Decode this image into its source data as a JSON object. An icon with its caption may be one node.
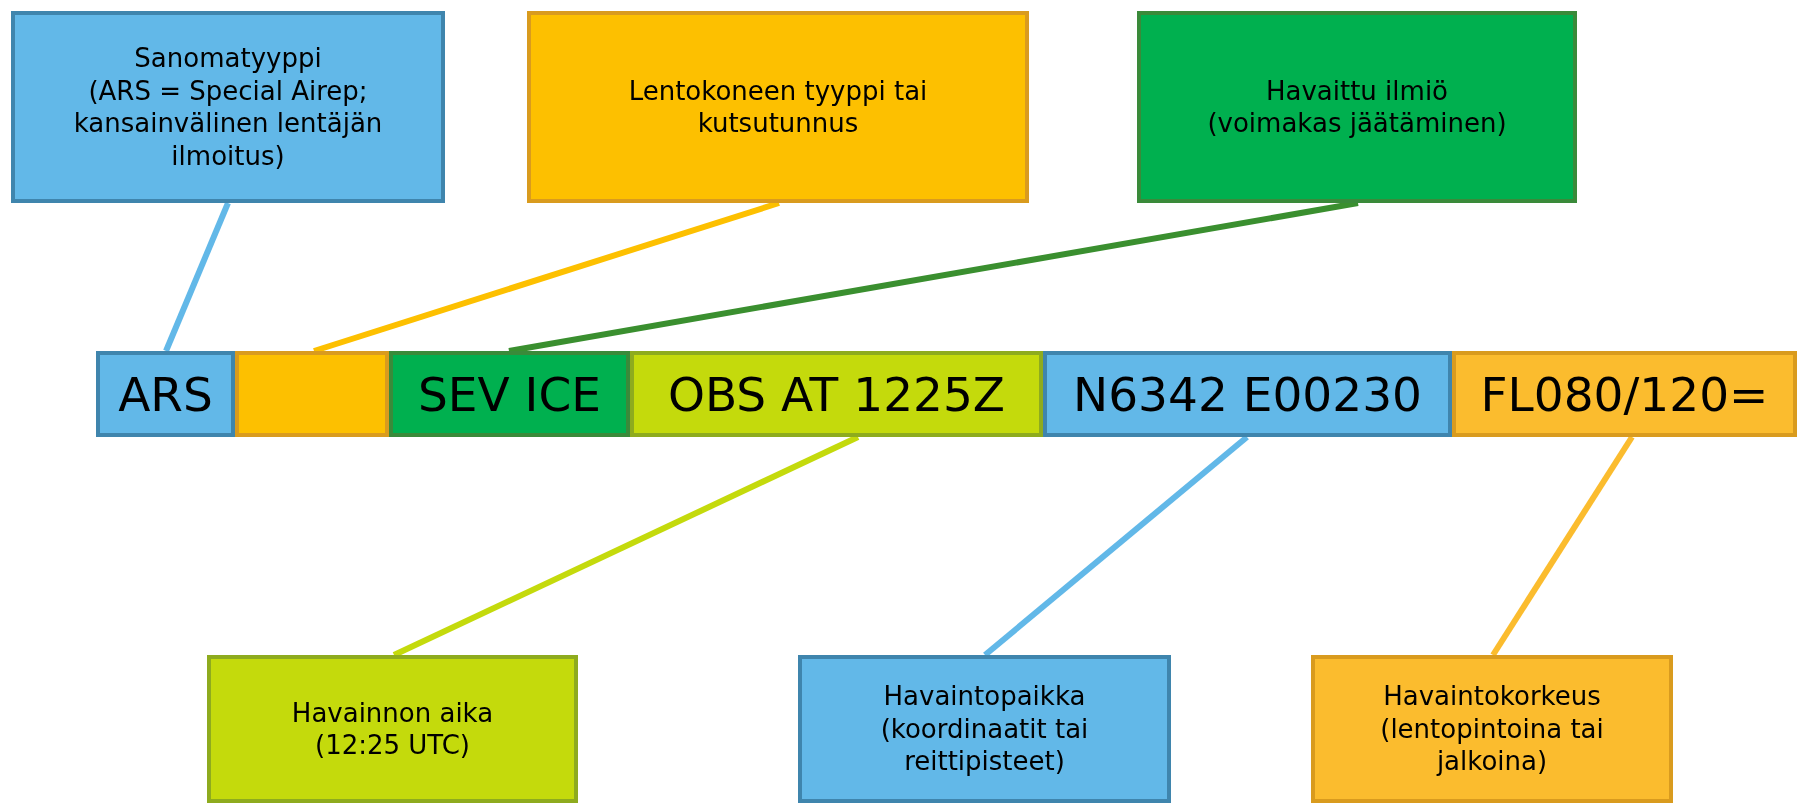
{
  "diagram": {
    "nodes": [
      {
        "text": [
          "Sanomatyyppi",
          "(ARS = Special Airep; kansainvälinen lentäjän ilmoitus)"
        ]
      },
      {
        "text": [
          "Lentokoneen tyyppi tai kutsutunnus"
        ]
      },
      {
        "text": [
          "Havaittu ilmiö",
          "(voimakas jäätäminen)"
        ]
      },
      {
        "text": [
          "ARS"
        ]
      },
      {
        "text": [],
        "shape": "box"
      },
      {
        "text": [
          "SEV ICE"
        ]
      },
      {
        "text": [
          "OBS AT 1225Z"
        ]
      },
      {
        "text": [
          "N6342 E00230"
        ]
      },
      {
        "text": [
          "FL080/120="
        ]
      },
      {
        "text": [
          "Havainnon aika",
          "(12:25 UTC)"
        ]
      },
      {
        "text": [
          "Havaintopaikka",
          "(koordinaatit tai reittipisteet)"
        ]
      },
      {
        "text": [
          "Havaintokorkeus",
          "(lentopintoina tai jalkoina)"
        ]
      }
    ],
    "edges": [
      {
        "from": 0,
        "to": 3,
        "arrow": "none",
        "color": "#62b8e8"
      },
      {
        "from": 1,
        "to": 4,
        "arrow": "none",
        "color": "#fdc000"
      },
      {
        "from": 2,
        "to": 5,
        "arrow": "none",
        "color": "#3a8f2f"
      },
      {
        "from": 9,
        "to": 6,
        "arrow": "none",
        "color": "#c4da0c"
      },
      {
        "from": 10,
        "to": 7,
        "arrow": "none",
        "color": "#62b8e8"
      },
      {
        "from": 11,
        "to": 8,
        "arrow": "none",
        "color": "#fbbc2e"
      }
    ]
  }
}
